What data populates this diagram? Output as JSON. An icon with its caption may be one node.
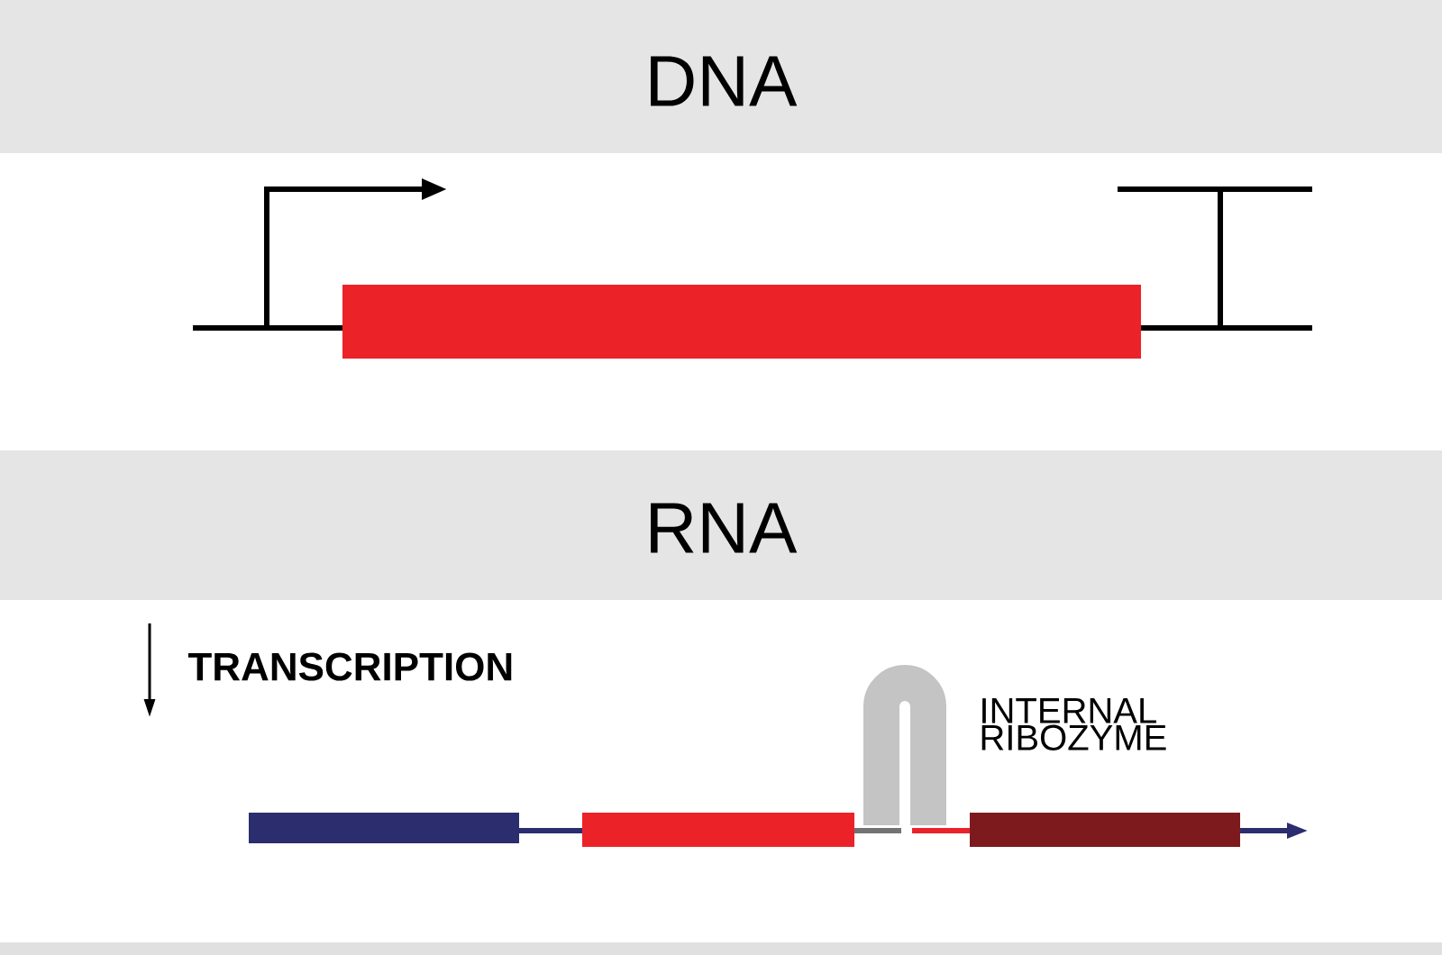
{
  "diagram": {
    "nodes": [
      {
        "text": [
          "DNA"
        ]
      },
      {
        "text": [
          "RNA"
        ]
      }
    ],
    "edges": [],
    "labels": [
      "TRANSCRIPTION",
      "INTERNAL RIBOZYME"
    ]
  }
}
